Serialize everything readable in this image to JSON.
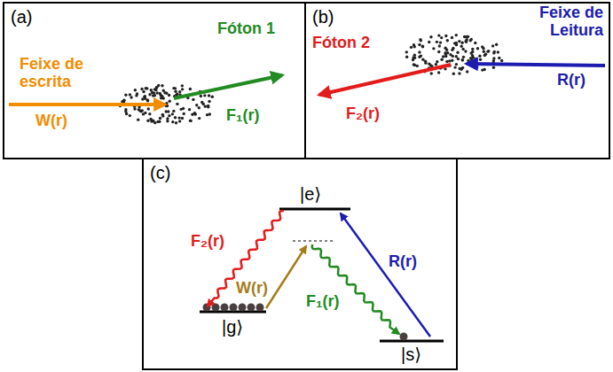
{
  "diagram": {
    "nodes": [
      {
        "text": [
          "(a)"
        ]
      },
      {
        "text": [
          "(b)"
        ]
      },
      {
        "text": [
          "(c)"
        ]
      }
    ],
    "labels": [
      "Fóton 1",
      "Feixe de escrita",
      "W(r)",
      "F₁(r)",
      "Feixe de Leitura",
      "R(r)",
      "Fóton 2",
      "F₂(r)",
      "|e⟩",
      "F₂(r)",
      "W(r)",
      "R(r)",
      "F₁(r)",
      "|g⟩",
      "|s⟩"
    ]
  }
}
